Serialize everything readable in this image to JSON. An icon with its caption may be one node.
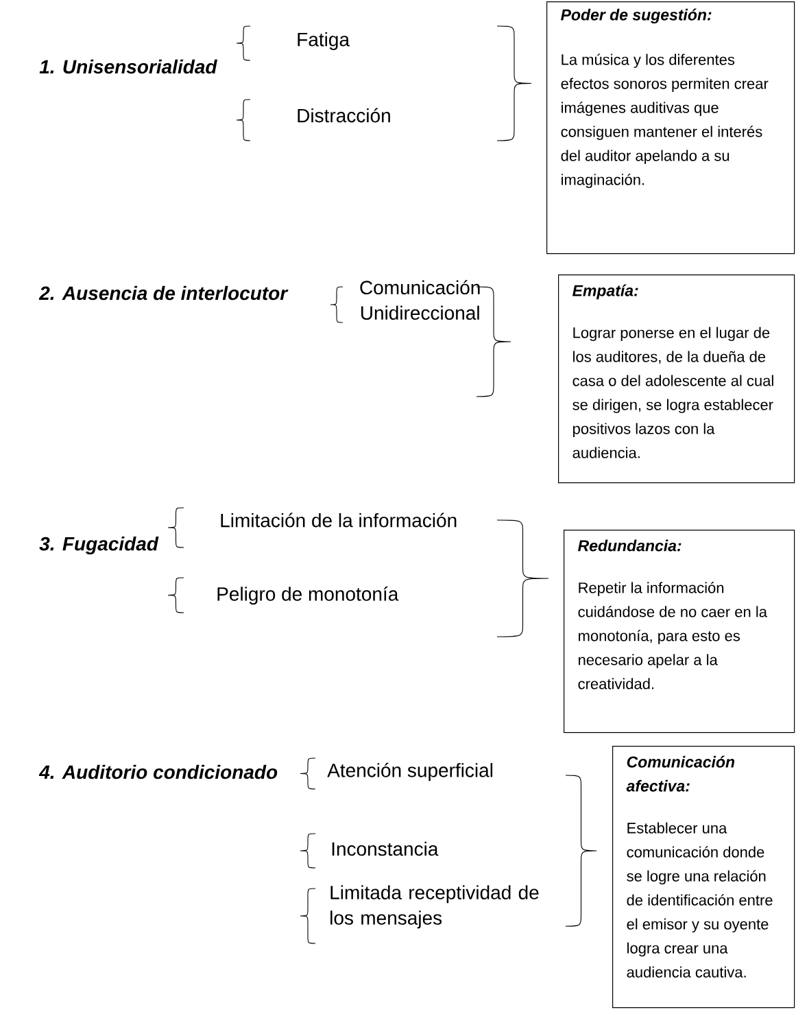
{
  "diagram": {
    "nodes": [
      {
        "text": [
          "Poder de sugestión:",
          "La música y los diferentes efectos sonoros permiten crear imágenes auditivas que consiguen mantener el interés del auditor apelando a su imaginación."
        ]
      },
      {
        "text": [
          "Empatía:",
          "Lograr ponerse en el lugar de los auditores, de la dueña de casa o del adolescente al cual se dirigen, se logra establecer positivos lazos con la audiencia."
        ]
      },
      {
        "text": [
          "Redundancia:",
          "Repetir la información cuidándose de no caer en la monotonía, para esto es necesario apelar a la creatividad."
        ]
      },
      {
        "text": [
          "Comunicación afectiva:",
          "Establecer una comunicación donde se logre una relación de identificación entre el emisor y su oyente logra crear una audiencia cautiva."
        ]
      }
    ],
    "labels": [
      "1. Unisensorialidad",
      "Fatiga",
      "Distracción",
      "2. Ausencia de interlocutor",
      "Comunicación Unidireccional",
      "3. Fugacidad",
      "Limitación de la información",
      "Peligro de monotonía",
      "4. Auditorio condicionado",
      "Atención superficial",
      "Inconstancia",
      "Limitada receptividad de los mensajes"
    ]
  }
}
